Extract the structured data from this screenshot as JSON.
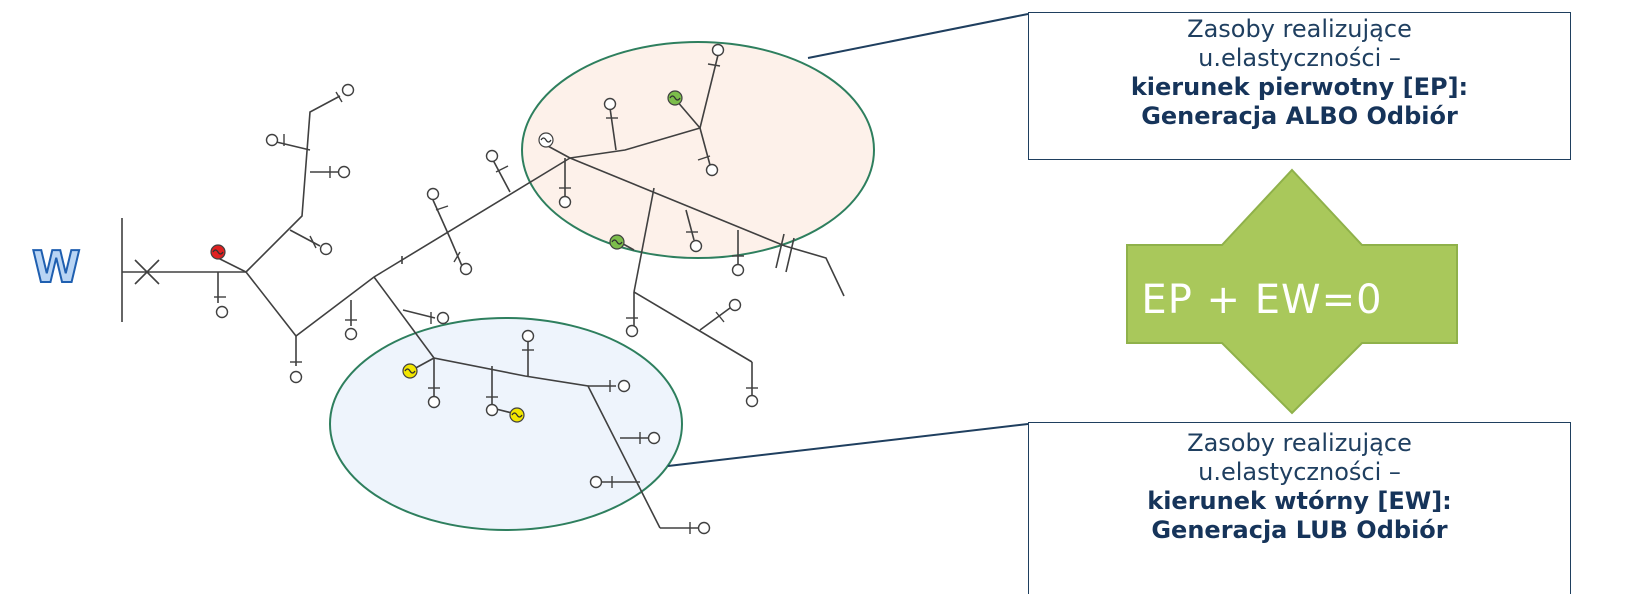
{
  "w_mark": "W",
  "top_box": {
    "line1": "Zasoby realizujące",
    "line2": "u.elastyczności –",
    "line3": "kierunek pierwotny [EP]:",
    "line4": "Generacja ALBO Odbiór"
  },
  "bottom_box": {
    "line1": "Zasoby realizujące",
    "line2": "u.elastyczności –",
    "line3": "kierunek wtórny [EW]:",
    "line4": "Generacja LUB Odbiór"
  },
  "balance_label": "EP + EW=0",
  "colors": {
    "primary_zone_fill": "#fdf1ea",
    "secondary_zone_fill": "#eef4fc",
    "zone_stroke": "#2e7f5e",
    "arrow_fill": "#a9c85b",
    "arrow_stroke": "#8fb14a",
    "generator_red": "#e02020",
    "generator_green": "#7cbd4b",
    "generator_yellow": "#f2e600",
    "line": "#404040",
    "text_dark_blue": "#1f3f60"
  }
}
